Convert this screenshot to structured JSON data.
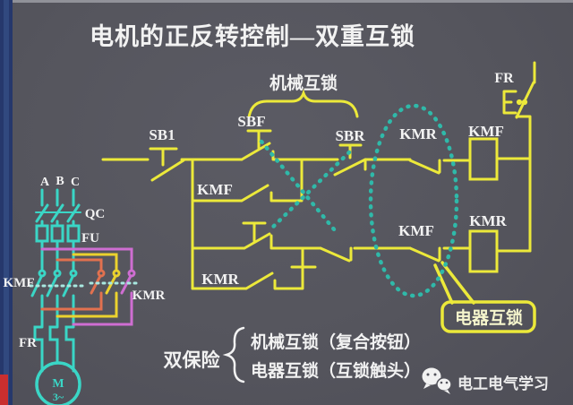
{
  "slide": {
    "title": "电机的正反转控制—双重互锁",
    "annotations": {
      "mechanical_interlock": "机械互锁",
      "electrical_interlock": "电器互锁",
      "summary_head": "双保险",
      "summary_line1": "机械互锁（复合按钮）",
      "summary_line2": "电器互锁（互锁触头）",
      "watermark": "电工电气学习"
    },
    "control_circuit": {
      "labels": {
        "stop_button": "SB1",
        "forward_button": "SBF",
        "reverse_button": "SBR",
        "kmr_interlock_contact": "KMR",
        "kmf_interlock_contact": "KMF",
        "kmf_coil": "KMF",
        "kmr_coil": "KMR",
        "kmf_aux_contact": "KMF",
        "kmr_aux_contact": "KMR",
        "thermal_relay": "FR"
      }
    },
    "power_circuit": {
      "labels": {
        "phase_a": "A",
        "phase_b": "B",
        "phase_c": "C",
        "knife_switch": "QC",
        "fuse": "FU",
        "kmf_contactor": "KMF",
        "kmr_contactor": "KMR",
        "thermal_relay": "FR",
        "motor": "M",
        "motor_type": "3~"
      }
    },
    "colors": {
      "wire_yellow": "#ECE93A",
      "wire_cyan": "#3AD6C6",
      "wire_magenta": "#CF6ED2",
      "wire_orange": "#E2714F",
      "wire_gold": "#ECD22E",
      "interlock_teal": "#2FB9A9",
      "text_white": "#F2F2F2",
      "background": "#55555D",
      "sidebar_navy": "#26386C",
      "accent_red": "#C92F2F"
    }
  }
}
